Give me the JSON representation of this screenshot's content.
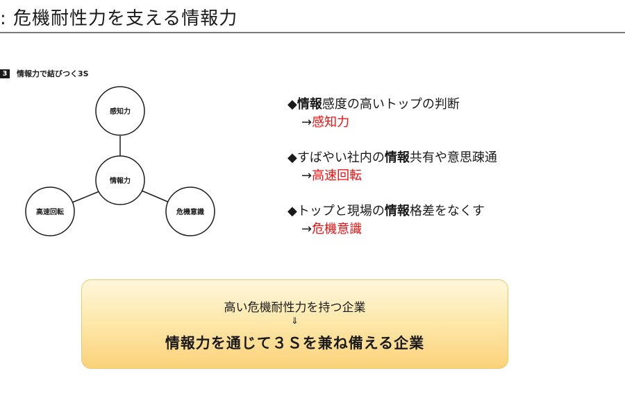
{
  "slide": {
    "title": ": 危機耐性力を支える情報力"
  },
  "figure": {
    "number": "3",
    "caption": "情報力で結びつく3S",
    "nodes": {
      "top": "感知力",
      "center": "情報力",
      "left": "高速回転",
      "right": "危機意識"
    }
  },
  "bullets": [
    {
      "marker": "◆",
      "pre": "",
      "bold": "情報",
      "post": "感度の高いトップの判断",
      "arrow": "→",
      "result": "感知力"
    },
    {
      "marker": "◆",
      "pre": "すばやい社内の",
      "bold": "情報",
      "post": "共有や意思疎通",
      "arrow": "→",
      "result": "高速回転"
    },
    {
      "marker": "◆",
      "pre": "トップと現場の",
      "bold": "情報",
      "post": "格差をなくす",
      "arrow": "→",
      "result": "危機意識"
    }
  ],
  "callout": {
    "line1": "高い危機耐性力を持つ企業",
    "arrow": "⇓",
    "line2": "情報力を通じて３Ｓを兼ね備える企業"
  },
  "colors": {
    "accent_red": "#ee1111",
    "callout_top": "#fff7dc",
    "callout_bottom": "#fbd27a",
    "rule": "#7a7a7a"
  }
}
